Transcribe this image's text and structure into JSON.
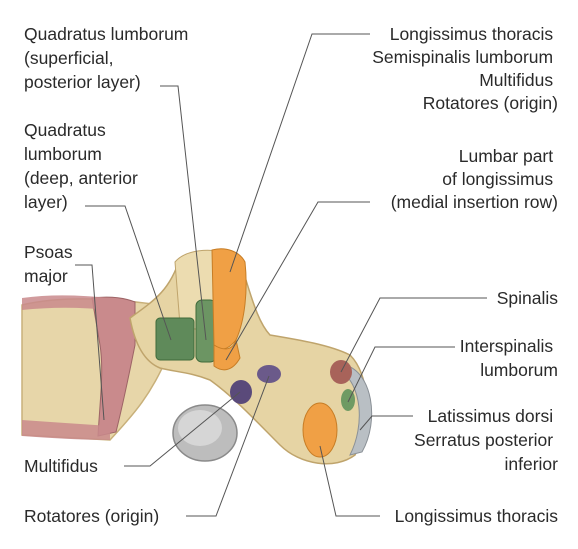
{
  "labels": {
    "ql_superficial": [
      "Quadratus lumborum",
      "(superficial,",
      "posterior layer)"
    ],
    "ql_deep": [
      "Quadratus",
      "lumborum",
      "(deep, anterior",
      "layer)"
    ],
    "psoas": [
      "Psoas",
      "major"
    ],
    "multifidus_left": [
      "Multifidus"
    ],
    "rotatores_left": [
      "Rotatores (origin)"
    ],
    "top_right": [
      "Longissimus thoracis",
      "Semispinalis lumborum",
      "Multifidus",
      "Rotatores (origin)"
    ],
    "lumbar_longissimus": [
      "Lumbar part",
      "of longissimus",
      "(medial insertion row)"
    ],
    "spinalis": [
      "Spinalis"
    ],
    "interspinalis": [
      "Interspinalis",
      "lumborum"
    ],
    "latissimus": [
      "Latissimus dorsi",
      "Serratus posterior",
      "inferior"
    ],
    "longissimus_bottom": [
      "Longissimus thoracis"
    ]
  },
  "colors": {
    "bone": "#e8d7a8",
    "bone_shadow": "#c9b37c",
    "psoas": "#c98a8c",
    "quadratus": "#5f8a5a",
    "erector": "#f0a045",
    "multifidus": "#5a4a7a",
    "spinalis": "#a8635a",
    "interspinalis": "#6f9a63",
    "facet": "#b8b8b8"
  }
}
